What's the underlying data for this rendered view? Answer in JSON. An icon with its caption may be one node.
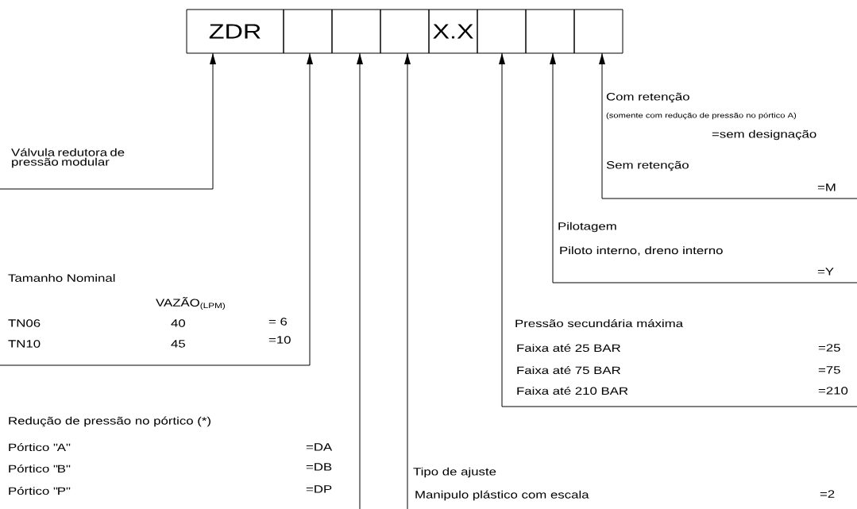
{
  "diagram": {
    "nodes": [
      {
        "text": [
          "ZDR"
        ]
      },
      {
        "text": [],
        "shape": "box"
      },
      {
        "text": [],
        "shape": "box"
      },
      {
        "text": [],
        "shape": "box"
      },
      {
        "text": [
          "X.X"
        ]
      },
      {
        "text": [],
        "shape": "box"
      },
      {
        "text": [],
        "shape": "box"
      },
      {
        "text": [],
        "shape": "box"
      },
      {
        "text": [
          "Válvula redutora de pressão modular"
        ]
      },
      {
        "text": [
          "Tamanho Nominal",
          "VAZÃO$_{(LPM)}$",
          "TN06",
          "40",
          "= 6",
          "TN10",
          "45",
          "=10"
        ]
      },
      {
        "text": [
          "Redução de pressão no pórtico (*)",
          "Pórtico \"A\"",
          "=DA",
          "Pórtico \"B\"",
          "=DB",
          "Pórtico \"P\"",
          "=DP"
        ]
      },
      {
        "text": [
          "Tipo de ajuste",
          "Manipulo plástico com escala",
          "=2"
        ]
      },
      {
        "text": [
          "Pressão secundária máxima",
          "Faixa até 25 BAR",
          "=25",
          "Faixa até 75 BAR",
          "=75",
          "Faixa até 210 BAR",
          "=210"
        ]
      },
      {
        "text": [
          "Pilotagem",
          "Piloto interno, dreno interno",
          "=Y"
        ]
      },
      {
        "text": [
          "Com retenção",
          "(somente com redução de pressão no pórtico A)",
          "=sem designação",
          "Sem retenção",
          "=M"
        ]
      }
    ],
    "edges": [
      {
        "from": 8,
        "to": 0,
        "arrow": "to"
      },
      {
        "from": 9,
        "to": 1,
        "arrow": "to"
      },
      {
        "from": 10,
        "to": 2,
        "arrow": "to"
      },
      {
        "from": 11,
        "to": 3,
        "arrow": "to"
      },
      {
        "from": 12,
        "to": 5,
        "arrow": "to"
      },
      {
        "from": 13,
        "to": 6,
        "arrow": "to"
      },
      {
        "from": 14,
        "to": 7,
        "arrow": "to"
      }
    ]
  }
}
